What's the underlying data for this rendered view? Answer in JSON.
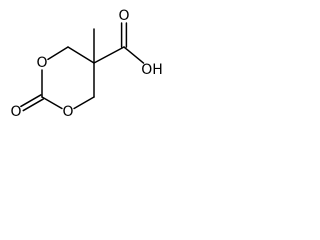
{
  "diagram": {
    "atoms": [
      {
        "id": "c_left",
        "label": ""
      },
      {
        "id": "c_quat",
        "label": ""
      },
      {
        "id": "c_right",
        "label": ""
      },
      {
        "id": "o_ring_right",
        "label": "O"
      },
      {
        "id": "c_carbonate",
        "label": ""
      },
      {
        "id": "o_ring_left",
        "label": "O"
      },
      {
        "id": "o_carbonyl",
        "label": "O"
      },
      {
        "id": "c_methyl",
        "label": ""
      },
      {
        "id": "c_carboxyl",
        "label": ""
      },
      {
        "id": "o_acid_double",
        "label": "O"
      },
      {
        "id": "o_acid_hydroxyl",
        "label": "OH"
      }
    ],
    "bonds": [
      {
        "from": "c_left",
        "to": "c_quat",
        "order": 1
      },
      {
        "from": "c_quat",
        "to": "c_right",
        "order": 1
      },
      {
        "from": "c_right",
        "to": "o_ring_right",
        "order": 1
      },
      {
        "from": "o_ring_right",
        "to": "c_carbonate",
        "order": 1
      },
      {
        "from": "c_carbonate",
        "to": "o_ring_left",
        "order": 1
      },
      {
        "from": "o_ring_left",
        "to": "c_left",
        "order": 1
      },
      {
        "from": "c_carbonate",
        "to": "o_carbonyl",
        "order": 2
      },
      {
        "from": "c_quat",
        "to": "c_methyl",
        "order": 1
      },
      {
        "from": "c_quat",
        "to": "c_carboxyl",
        "order": 1
      },
      {
        "from": "c_carboxyl",
        "to": "o_acid_double",
        "order": 2
      },
      {
        "from": "c_carboxyl",
        "to": "o_acid_hydroxyl",
        "order": 1
      }
    ]
  }
}
